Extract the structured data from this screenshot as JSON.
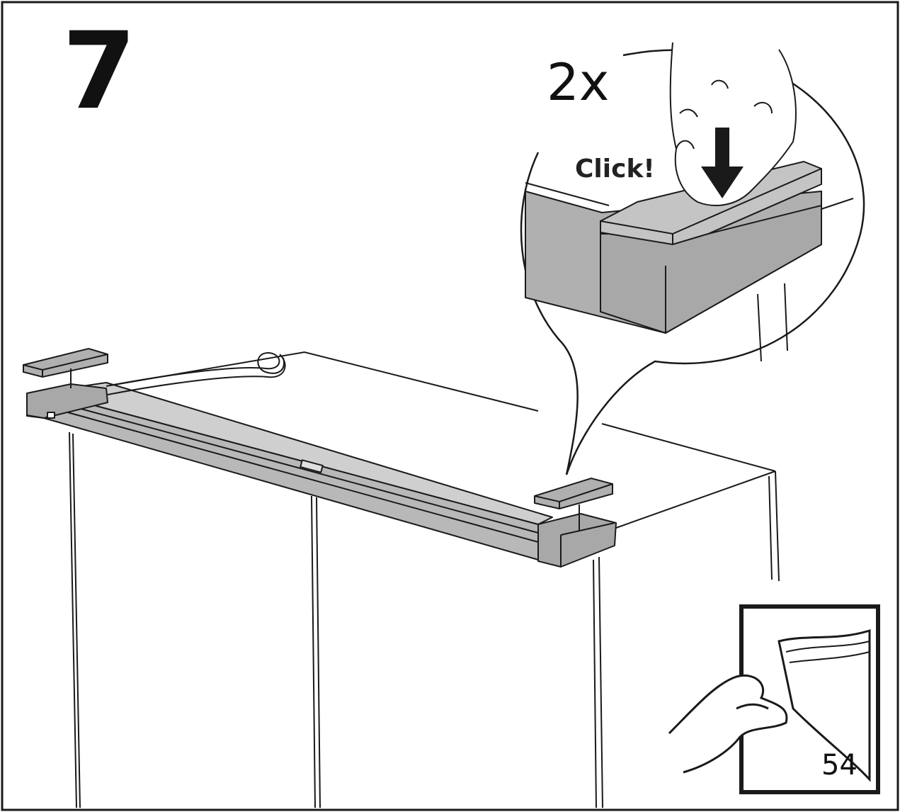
{
  "step": {
    "number": "7"
  },
  "detail": {
    "multiplier": "2x",
    "sound": "Click!"
  },
  "reference": {
    "page": "54"
  },
  "icons": [
    "cabinet-illustration",
    "top-rail",
    "end-cap-left",
    "end-cap-right",
    "cable",
    "hand-press-icon",
    "arrow-down-icon",
    "page-turn-icon"
  ],
  "colors": {
    "line": "#1a1a1a",
    "part_fill": "#b8b8b8",
    "part_dark": "#9a9a9a",
    "background": "#ffffff"
  }
}
